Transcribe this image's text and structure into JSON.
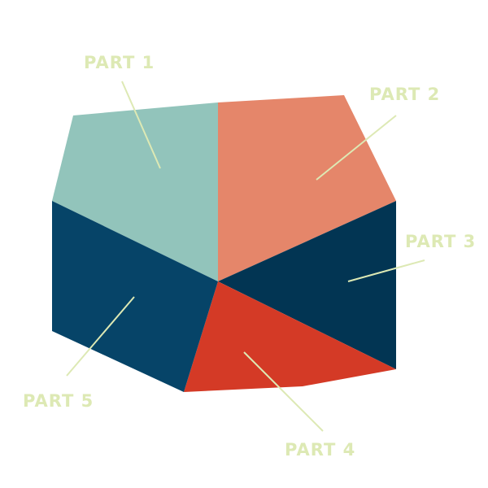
{
  "parts": [
    {
      "id": "part-1",
      "label": "PART 1",
      "color": "#92C4BB"
    },
    {
      "id": "part-2",
      "label": "PART 2",
      "color": "#E5866A"
    },
    {
      "id": "part-3",
      "label": "PART 3",
      "color": "#023553"
    },
    {
      "id": "part-4",
      "label": "PART 4",
      "color": "#D43A26"
    },
    {
      "id": "part-5",
      "label": "PART 5",
      "color": "#064468"
    }
  ],
  "label_color": "#DDE9B4",
  "background": "#FFFFFF"
}
